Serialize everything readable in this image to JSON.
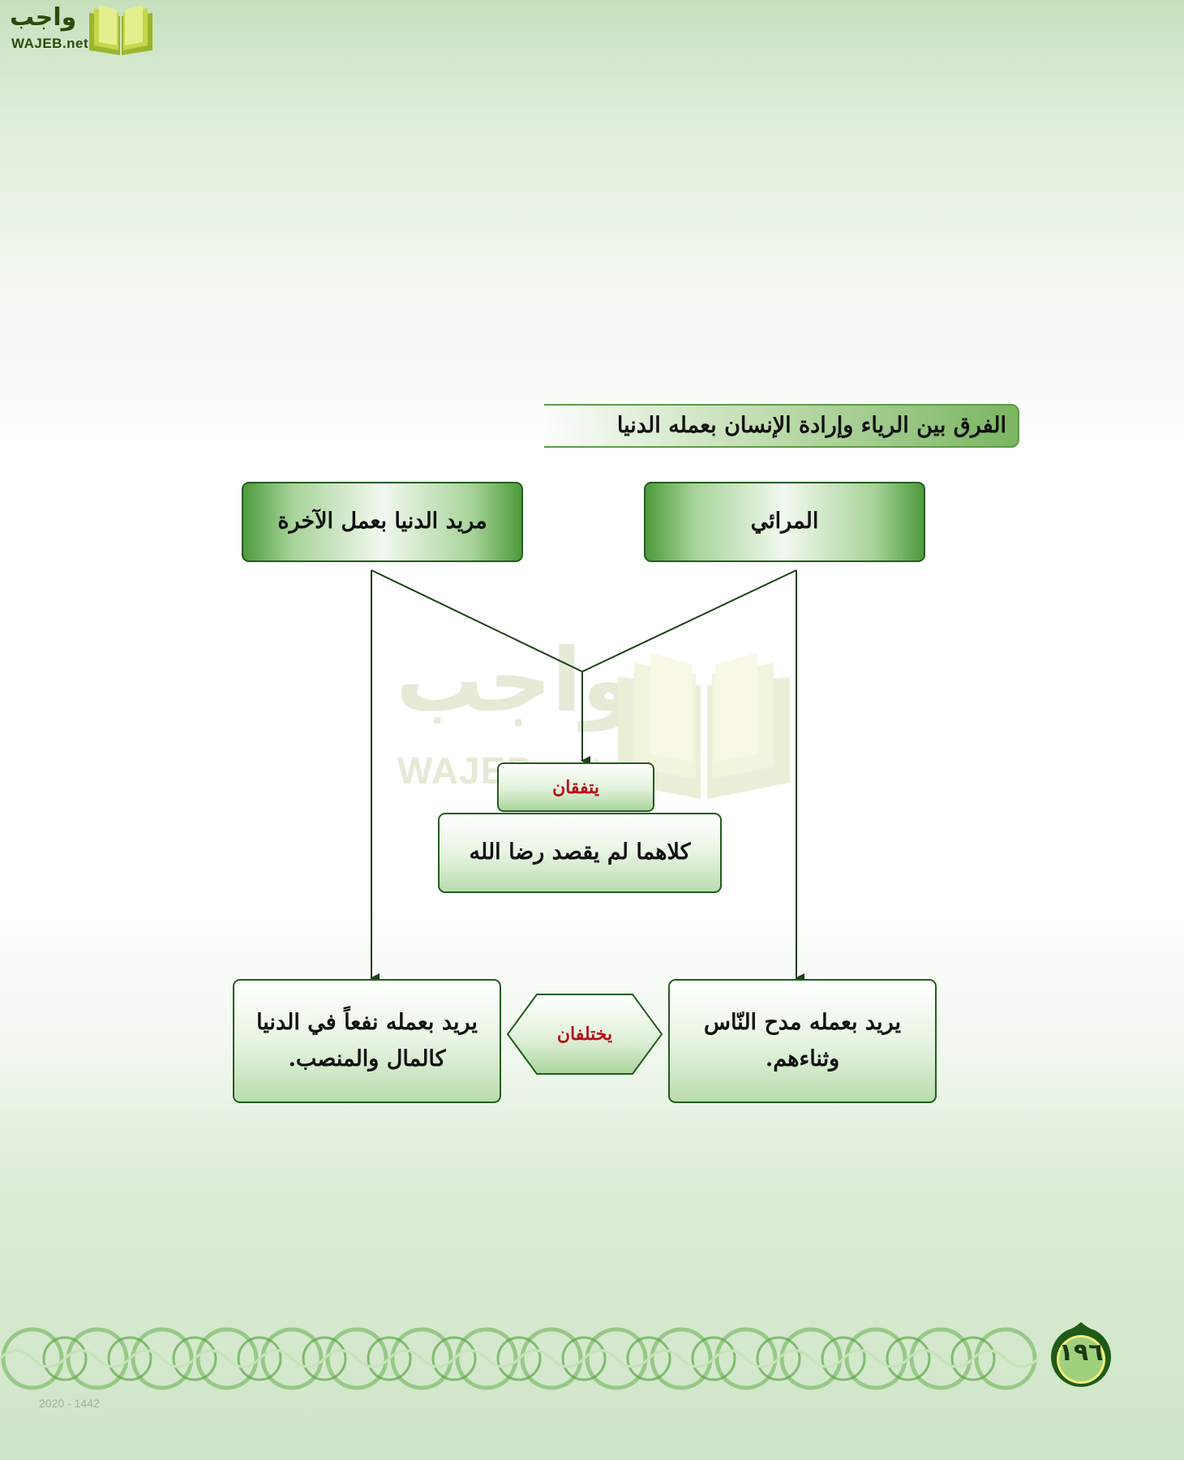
{
  "logo": {
    "arabic": "واجب",
    "latin": "WAJEB.net"
  },
  "section_title": "الفرق بين الرياء وإرادة الإنسان بعمله الدنيا",
  "diagram": {
    "nodes": {
      "show_off": "المرائي",
      "worldly": "مريد الدنيا بعمل الآخرة",
      "agree_label": "يتفقان",
      "common": "كلاهما لم يقصد رضا الله",
      "differ_label": "يختلفان",
      "show_off_goal_line1": "يريد بعمله مدح النّاس",
      "show_off_goal_line2": "وثناءهم.",
      "worldly_goal_line1": "يريد بعمله نفعاً في الدنيا",
      "worldly_goal_line2": "كالمال والمنصب."
    }
  },
  "watermark": {
    "arabic": "واجب",
    "latin": "WAJEB.net"
  },
  "footer": {
    "page_number": "١٩٦",
    "years": "2020 - 1442"
  }
}
